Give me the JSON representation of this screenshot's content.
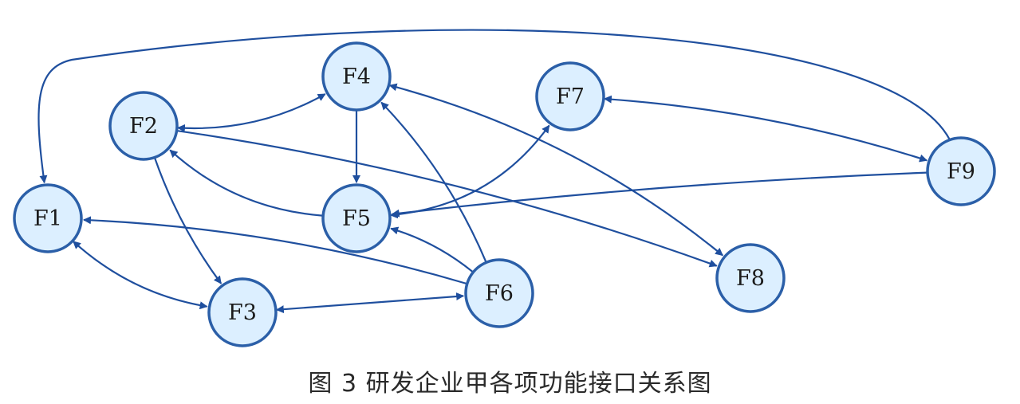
{
  "caption": "图 3  研发企业甲各项功能接口关系图",
  "colors": {
    "node_fill": "#dcefff",
    "node_stroke": "#2b5fa8",
    "edge": "#1f4f9e"
  },
  "nodes": [
    {
      "id": "F1",
      "label": "F1"
    },
    {
      "id": "F2",
      "label": "F2"
    },
    {
      "id": "F3",
      "label": "F3"
    },
    {
      "id": "F4",
      "label": "F4"
    },
    {
      "id": "F5",
      "label": "F5"
    },
    {
      "id": "F6",
      "label": "F6"
    },
    {
      "id": "F7",
      "label": "F7"
    },
    {
      "id": "F8",
      "label": "F8"
    },
    {
      "id": "F9",
      "label": "F9"
    }
  ],
  "edges": [
    {
      "from": "F2",
      "to": "F4",
      "bidirectional": true
    },
    {
      "from": "F4",
      "to": "F5",
      "bidirectional": false
    },
    {
      "from": "F4",
      "to": "F8",
      "bidirectional": true
    },
    {
      "from": "F5",
      "to": "F2",
      "bidirectional": false
    },
    {
      "from": "F5",
      "to": "F7",
      "bidirectional": true
    },
    {
      "from": "F2",
      "to": "F3",
      "bidirectional": false
    },
    {
      "from": "F2",
      "to": "F8",
      "bidirectional": false
    },
    {
      "from": "F6",
      "to": "F4",
      "bidirectional": false
    },
    {
      "from": "F6",
      "to": "F5",
      "bidirectional": false
    },
    {
      "from": "F6",
      "to": "F1",
      "bidirectional": false
    },
    {
      "from": "F1",
      "to": "F3",
      "bidirectional": true
    },
    {
      "from": "F3",
      "to": "F6",
      "bidirectional": true
    },
    {
      "from": "F9",
      "to": "F1",
      "bidirectional": false
    },
    {
      "from": "F7",
      "to": "F9",
      "bidirectional": true
    },
    {
      "from": "F9",
      "to": "F5",
      "bidirectional": false
    }
  ]
}
